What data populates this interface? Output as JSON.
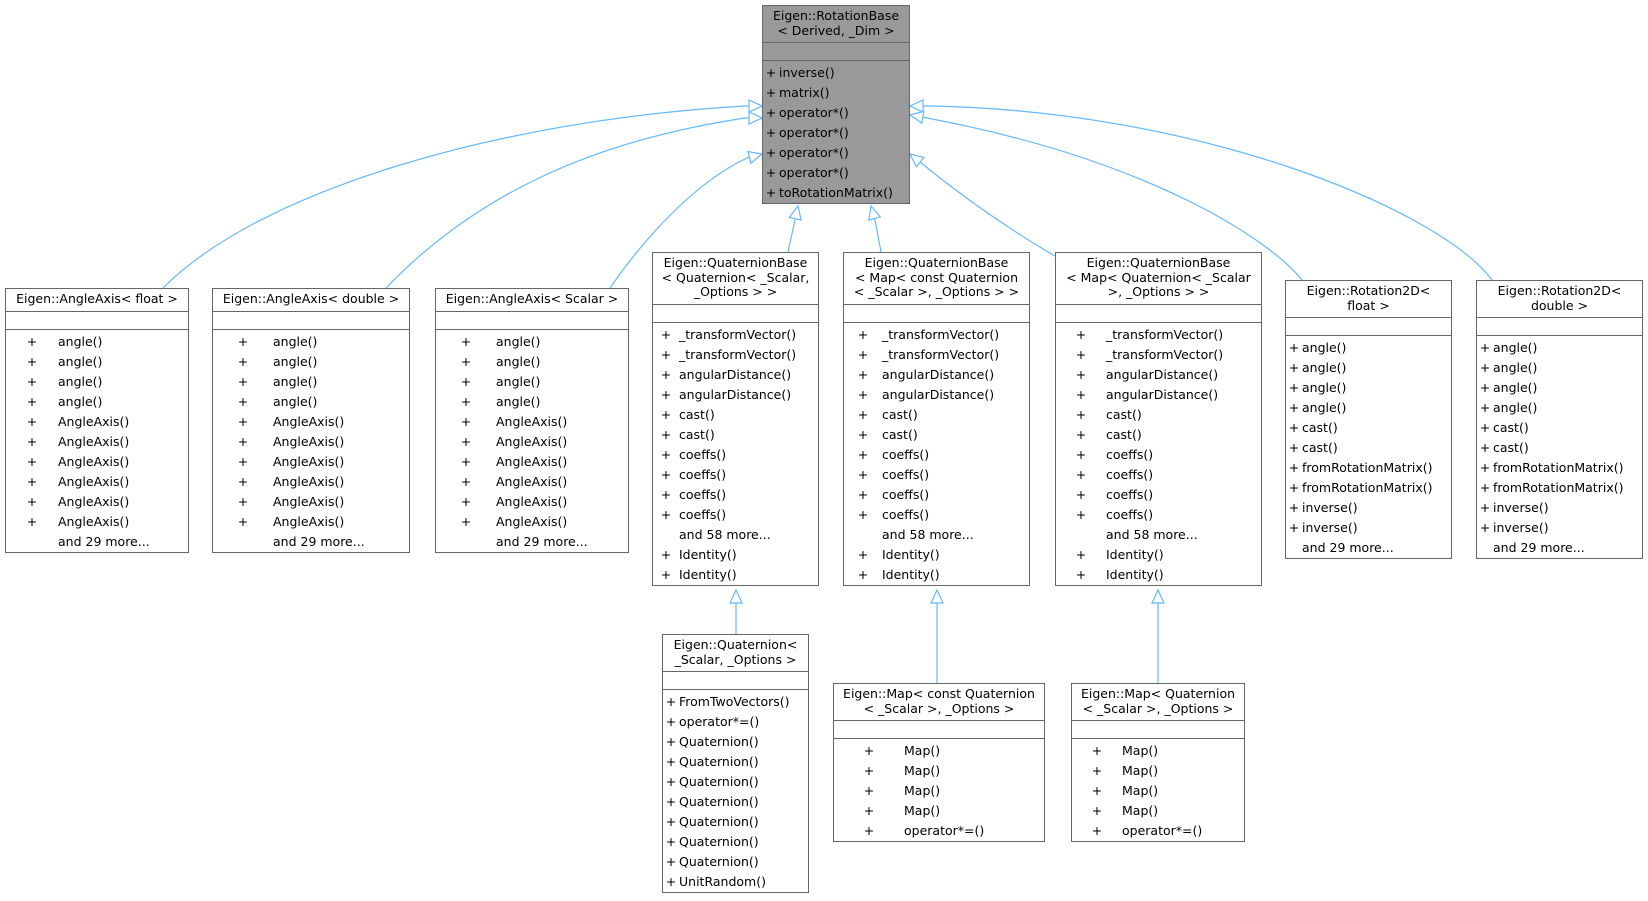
{
  "diagram": {
    "nodes": [
      {
        "id": "rotationbase",
        "title": [
          "Eigen::RotationBase",
          "< Derived, _Dim >"
        ],
        "methods": [
          "inverse()",
          "matrix()",
          "operator*()",
          "operator*()",
          "operator*()",
          "operator*()",
          "toRotationMatrix()"
        ],
        "more": "",
        "highlight": true
      },
      {
        "id": "angleaxis-float",
        "title": [
          "Eigen::AngleAxis< float >"
        ],
        "methods": [
          "angle()",
          "angle()",
          "angle()",
          "angle()",
          "AngleAxis()",
          "AngleAxis()",
          "AngleAxis()",
          "AngleAxis()",
          "AngleAxis()",
          "AngleAxis()"
        ],
        "more": "and 29 more..."
      },
      {
        "id": "angleaxis-double",
        "title": [
          "Eigen::AngleAxis< double >"
        ],
        "methods": [
          "angle()",
          "angle()",
          "angle()",
          "angle()",
          "AngleAxis()",
          "AngleAxis()",
          "AngleAxis()",
          "AngleAxis()",
          "AngleAxis()",
          "AngleAxis()"
        ],
        "more": "and 29 more..."
      },
      {
        "id": "angleaxis-scalar",
        "title": [
          "Eigen::AngleAxis< Scalar >"
        ],
        "methods": [
          "angle()",
          "angle()",
          "angle()",
          "angle()",
          "AngleAxis()",
          "AngleAxis()",
          "AngleAxis()",
          "AngleAxis()",
          "AngleAxis()",
          "AngleAxis()"
        ],
        "more": "and 29 more..."
      },
      {
        "id": "qb-quaternion",
        "title": [
          "Eigen::QuaternionBase",
          "< Quaternion< _Scalar,",
          "_Options > >"
        ],
        "methods": [
          "_transformVector()",
          "_transformVector()",
          "angularDistance()",
          "angularDistance()",
          "cast()",
          "cast()",
          "coeffs()",
          "coeffs()",
          "coeffs()",
          "coeffs()"
        ],
        "more": "and 58 more...",
        "methods_after": [
          "Identity()",
          "Identity()"
        ]
      },
      {
        "id": "qb-map-const",
        "title": [
          "Eigen::QuaternionBase",
          "< Map< const Quaternion",
          "< _Scalar >, _Options > >"
        ],
        "methods": [
          "_transformVector()",
          "_transformVector()",
          "angularDistance()",
          "angularDistance()",
          "cast()",
          "cast()",
          "coeffs()",
          "coeffs()",
          "coeffs()",
          "coeffs()"
        ],
        "more": "and 58 more...",
        "methods_after": [
          "Identity()",
          "Identity()"
        ]
      },
      {
        "id": "qb-map",
        "title": [
          "Eigen::QuaternionBase",
          "< Map< Quaternion< _Scalar",
          ">, _Options > >"
        ],
        "methods": [
          "_transformVector()",
          "_transformVector()",
          "angularDistance()",
          "angularDistance()",
          "cast()",
          "cast()",
          "coeffs()",
          "coeffs()",
          "coeffs()",
          "coeffs()"
        ],
        "more": "and 58 more...",
        "methods_after": [
          "Identity()",
          "Identity()"
        ]
      },
      {
        "id": "rotation2d-float",
        "title": [
          "Eigen::Rotation2D<",
          "float >"
        ],
        "methods": [
          "angle()",
          "angle()",
          "angle()",
          "angle()",
          "cast()",
          "cast()",
          "fromRotationMatrix()",
          "fromRotationMatrix()",
          "inverse()",
          "inverse()"
        ],
        "more": "and 29 more..."
      },
      {
        "id": "rotation2d-double",
        "title": [
          "Eigen::Rotation2D<",
          "double >"
        ],
        "methods": [
          "angle()",
          "angle()",
          "angle()",
          "angle()",
          "cast()",
          "cast()",
          "fromRotationMatrix()",
          "fromRotationMatrix()",
          "inverse()",
          "inverse()"
        ],
        "more": "and 29 more..."
      },
      {
        "id": "quaternion",
        "title": [
          "Eigen::Quaternion<",
          "_Scalar, _Options >"
        ],
        "methods": [
          "FromTwoVectors()",
          "operator*=()",
          "Quaternion()",
          "Quaternion()",
          "Quaternion()",
          "Quaternion()",
          "Quaternion()",
          "Quaternion()",
          "Quaternion()",
          "UnitRandom()"
        ],
        "more": ""
      },
      {
        "id": "map-const-quaternion",
        "title": [
          "Eigen::Map< const Quaternion",
          "< _Scalar >, _Options >"
        ],
        "methods": [
          "Map()",
          "Map()",
          "Map()",
          "Map()",
          "operator*=()"
        ],
        "more": ""
      },
      {
        "id": "map-quaternion",
        "title": [
          "Eigen::Map< Quaternion",
          "< _Scalar >, _Options >"
        ],
        "methods": [
          "Map()",
          "Map()",
          "Map()",
          "Map()",
          "operator*=()"
        ],
        "more": ""
      }
    ],
    "edges": [
      {
        "from": "angleaxis-float",
        "to": "rotationbase"
      },
      {
        "from": "angleaxis-double",
        "to": "rotationbase"
      },
      {
        "from": "angleaxis-scalar",
        "to": "rotationbase"
      },
      {
        "from": "qb-quaternion",
        "to": "rotationbase"
      },
      {
        "from": "qb-map-const",
        "to": "rotationbase"
      },
      {
        "from": "qb-map",
        "to": "rotationbase"
      },
      {
        "from": "rotation2d-float",
        "to": "rotationbase"
      },
      {
        "from": "rotation2d-double",
        "to": "rotationbase"
      },
      {
        "from": "quaternion",
        "to": "qb-quaternion"
      },
      {
        "from": "map-const-quaternion",
        "to": "qb-map-const"
      },
      {
        "from": "map-quaternion",
        "to": "qb-map"
      }
    ],
    "visibility_symbol": "+",
    "colors": {
      "edge": "#63b8ff",
      "border": "#666666",
      "highlight_fill": "#999999",
      "fill": "#ffffff"
    }
  }
}
